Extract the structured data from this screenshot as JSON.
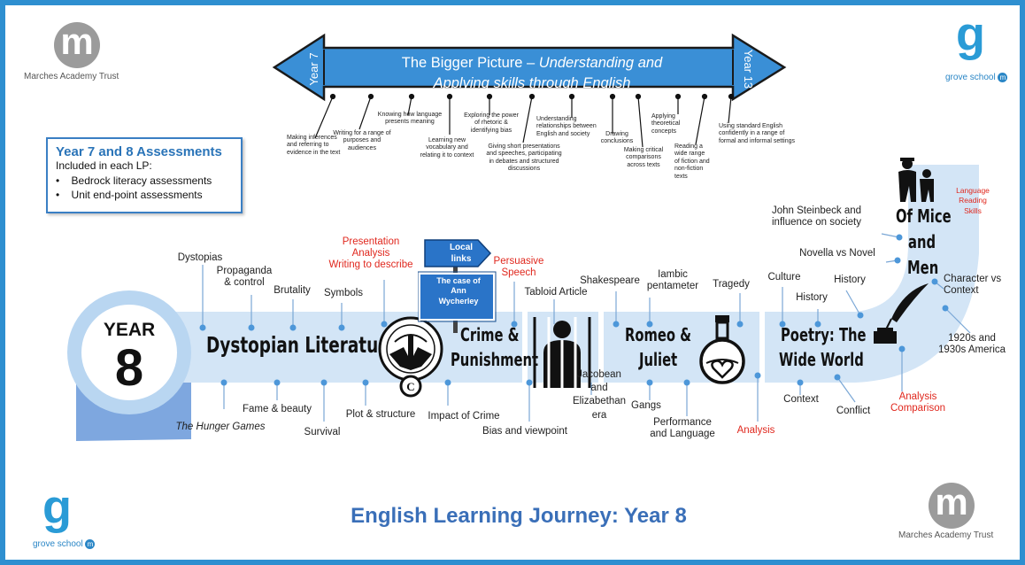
{
  "header": {
    "title_line1": "The Bigger Picture – ",
    "title_line1_em": "Understanding and",
    "title_line2_em": "Applying skills through English",
    "left_year": "Year 7",
    "right_year": "Year 13"
  },
  "skills": [
    "Making inferences and referring to evidence in the text",
    "Writing for a range of purposes and audiences",
    "Knowing how language presents meaning",
    "Learning new vocabulary and relating it to context",
    "Exploring the power of rhetoric & identifying bias",
    "Giving short presentations and speeches, participating in debates and structured discussions",
    "Understanding relationships between English and society",
    "Drawing conclusions",
    "Making critical comparisons across texts",
    "Applying theoretical concepts",
    "Reading a wide range of fiction and non-fiction texts",
    "Using standard English confidently in a range of formal and informal settings"
  ],
  "assessments": {
    "title": "Year 7 and 8 Assessments",
    "subtitle": "Included in each LP:",
    "items": [
      "Bedrock literacy assessments",
      "Unit end-point assessments"
    ]
  },
  "year": {
    "label": "YEAR",
    "number": "8"
  },
  "units": {
    "dystopian": "Dystopian Literature",
    "crime_1": "Crime &",
    "crime_2": "Punishment",
    "romeo_1": "Romeo &",
    "romeo_2": "Juliet",
    "poetry_1": "Poetry: The",
    "poetry_2": "Wide World",
    "mice_1": "Of Mice",
    "mice_2": "and",
    "mice_3": "Men"
  },
  "signs": {
    "local_1": "Local",
    "local_2": "links",
    "case_1": "The case of",
    "case_2": "Ann",
    "case_3": "Wycherley"
  },
  "topics_above": {
    "dystopias": "Dystopias",
    "propaganda_1": "Propaganda",
    "propaganda_2": "& control",
    "brutality": "Brutality",
    "symbols": "Symbols",
    "presentation_1": "Presentation",
    "presentation_2": "Analysis",
    "presentation_3": "Writing to describe",
    "persuasive_1": "Persuasive",
    "persuasive_2": "Speech",
    "tabloid": "Tabloid Article",
    "shakespeare": "Shakespeare",
    "iambic_1": "Iambic",
    "iambic_2": "pentameter",
    "tragedy": "Tragedy",
    "culture": "Culture",
    "history_1": "History",
    "history_2": "History",
    "steinbeck_1": "John Steinbeck and",
    "steinbeck_2": "influence on society",
    "novella": "Novella vs Novel",
    "language_1": "Language",
    "language_2": "Reading",
    "language_3": "Skills",
    "character_1": "Character vs",
    "character_2": "Context"
  },
  "topics_below": {
    "hunger_games": "The Hunger Games",
    "fame": "Fame & beauty",
    "survival": "Survival",
    "plot": "Plot & structure",
    "impact": "Impact of Crime",
    "bias": "Bias and viewpoint",
    "jacobean_1": "Jacobean",
    "jacobean_2": "and",
    "jacobean_3": "Elizabethan",
    "jacobean_4": "era",
    "gangs": "Gangs",
    "performance_1": "Performance",
    "performance_2": "and Language",
    "analysis": "Analysis",
    "context": "Context",
    "conflict": "Conflict",
    "analysis_comp_1": "Analysis",
    "analysis_comp_2": "Comparison",
    "twenties_1": "1920s and",
    "twenties_2": "1930s America"
  },
  "footer": {
    "title": "English Learning Journey: Year 8"
  },
  "logos": {
    "marches_letter": "m",
    "marches_name": "Marches Academy Trust",
    "grove_letter": "g",
    "grove_name": "grove school",
    "grove_badge": "m"
  },
  "colors": {
    "frame": "#2e8fd0",
    "road": "#cfe2f5",
    "accent_blue": "#2a74b8",
    "red": "#e0281e",
    "circle": "#b9d6f1"
  }
}
